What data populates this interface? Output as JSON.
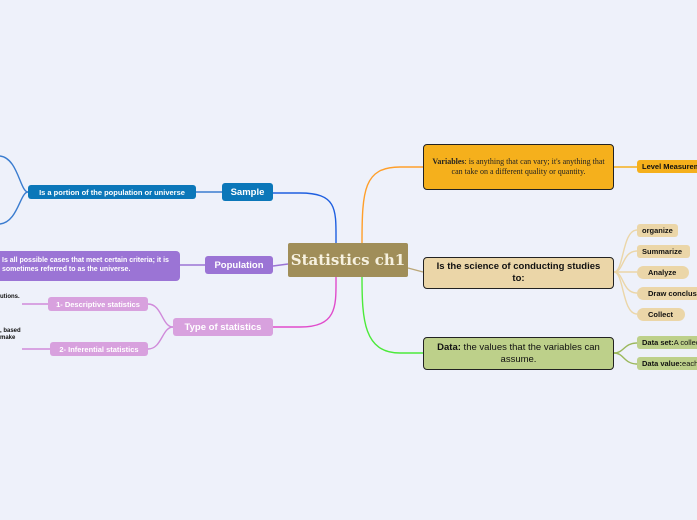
{
  "center": "Statistics ch1",
  "left": {
    "sample": {
      "label": "Sample",
      "description": "Is a portion of the population or universe"
    },
    "population": {
      "label": "Population",
      "description": "Is all possible cases that meet certain criteria; it is sometimes referred to as the universe."
    },
    "type": {
      "label": "Type of statistics",
      "items": [
        {
          "label": "1- Descriptive statistics"
        },
        {
          "label": "2- Inferential statistics"
        }
      ]
    },
    "fragments": [
      "utions.",
      ", based",
      "make"
    ]
  },
  "right": {
    "variables": {
      "term": "Variables",
      "text": ": is anything that can vary; it's anything that can take on a different quality or quantity.",
      "children": [
        "Level Measurement"
      ]
    },
    "science": {
      "text": "Is the science of conducting studies to:",
      "children": [
        "organize",
        "Summarize",
        "Analyze",
        "Draw conclusions",
        "Collect"
      ]
    },
    "data": {
      "term": "Data:",
      "text": " the values that the variables can assume.",
      "children": [
        {
          "term": "Data set:",
          "text": " A collection of data values"
        },
        {
          "term": "Data value:",
          "text": " each value in the data set"
        }
      ]
    }
  },
  "colors": {
    "background": "#eef1fa",
    "center": "#a08e59",
    "sample": "#0b77b9",
    "population": "#9b74d5",
    "type": "#d8a1de",
    "variables": "#f5b01c",
    "science": "#ebd6a8",
    "data": "#bdd08a"
  }
}
